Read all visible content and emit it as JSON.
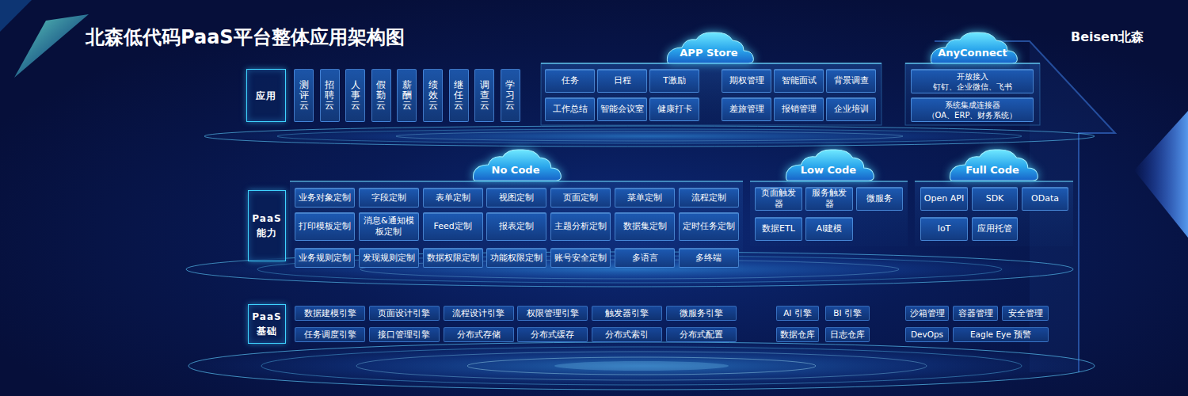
{
  "diagram": {
    "title": "北森低代码PaaS平台整体应用架构图",
    "nodes": [
      {
        "text": [
          "应用"
        ]
      },
      {
        "text": [
          "测评云"
        ]
      },
      {
        "text": [
          "招聘云"
        ]
      },
      {
        "text": [
          "人事云"
        ]
      },
      {
        "text": [
          "假勤云"
        ]
      },
      {
        "text": [
          "薪酬云"
        ]
      },
      {
        "text": [
          "绩效云"
        ]
      },
      {
        "text": [
          "继任云"
        ]
      },
      {
        "text": [
          "调查云"
        ]
      },
      {
        "text": [
          "学习云"
        ]
      },
      {
        "text": [
          "APP Store"
        ]
      },
      {
        "text": [
          "任务"
        ]
      },
      {
        "text": [
          "日程"
        ]
      },
      {
        "text": [
          "T激励"
        ]
      },
      {
        "text": [
          "期权管理"
        ]
      },
      {
        "text": [
          "智能面试"
        ]
      },
      {
        "text": [
          "背景调查"
        ]
      },
      {
        "text": [
          "工作总结"
        ]
      },
      {
        "text": [
          "智能会议室"
        ]
      },
      {
        "text": [
          "健康打卡"
        ]
      },
      {
        "text": [
          "差旅管理"
        ]
      },
      {
        "text": [
          "报销管理"
        ]
      },
      {
        "text": [
          "企业培训"
        ]
      },
      {
        "text": [
          "AnyConnect"
        ]
      },
      {
        "text": [
          "开放接入",
          "钉钉、企业微信、飞书"
        ]
      },
      {
        "text": [
          "系统集成连接器",
          "（OA、ERP、财务系统）"
        ]
      },
      {
        "text": [
          "PaaS 能力"
        ]
      },
      {
        "text": [
          "No Code"
        ]
      },
      {
        "text": [
          "业务对象定制"
        ]
      },
      {
        "text": [
          "字段定制"
        ]
      },
      {
        "text": [
          "表单定制"
        ]
      },
      {
        "text": [
          "视图定制"
        ]
      },
      {
        "text": [
          "页面定制"
        ]
      },
      {
        "text": [
          "菜单定制"
        ]
      },
      {
        "text": [
          "流程定制"
        ]
      },
      {
        "text": [
          "打印模板定制"
        ]
      },
      {
        "text": [
          "消息&通知模板定制"
        ]
      },
      {
        "text": [
          "Feed定制"
        ]
      },
      {
        "text": [
          "报表定制"
        ]
      },
      {
        "text": [
          "主题分析定制"
        ]
      },
      {
        "text": [
          "数据集定制"
        ]
      },
      {
        "text": [
          "定时任务定制"
        ]
      },
      {
        "text": [
          "业务规则定制"
        ]
      },
      {
        "text": [
          "发现规则定制"
        ]
      },
      {
        "text": [
          "数据权限定制"
        ]
      },
      {
        "text": [
          "功能权限定制"
        ]
      },
      {
        "text": [
          "账号安全定制"
        ]
      },
      {
        "text": [
          "多语言"
        ]
      },
      {
        "text": [
          "多终端"
        ]
      },
      {
        "text": [
          "Low Code"
        ]
      },
      {
        "text": [
          "页面触发器"
        ]
      },
      {
        "text": [
          "服务触发器"
        ]
      },
      {
        "text": [
          "微服务"
        ]
      },
      {
        "text": [
          "数据ETL"
        ]
      },
      {
        "text": [
          "AI建模"
        ]
      },
      {
        "text": [
          "Full Code"
        ]
      },
      {
        "text": [
          "Open API"
        ]
      },
      {
        "text": [
          "SDK"
        ]
      },
      {
        "text": [
          "OData"
        ]
      },
      {
        "text": [
          "IoT"
        ]
      },
      {
        "text": [
          "应用托管"
        ]
      },
      {
        "text": [
          "PaaS 基础"
        ]
      },
      {
        "text": [
          "数据建模引擎"
        ]
      },
      {
        "text": [
          "页面设计引擎"
        ]
      },
      {
        "text": [
          "流程设计引擎"
        ]
      },
      {
        "text": [
          "权限管理引擎"
        ]
      },
      {
        "text": [
          "触发器引擎"
        ]
      },
      {
        "text": [
          "微服务引擎"
        ]
      },
      {
        "text": [
          "任务调度引擎"
        ]
      },
      {
        "text": [
          "接口管理引擎"
        ]
      },
      {
        "text": [
          "分布式存储"
        ]
      },
      {
        "text": [
          "分布式缓存"
        ]
      },
      {
        "text": [
          "分布式索引"
        ]
      },
      {
        "text": [
          "分布式配置"
        ]
      },
      {
        "text": [
          "AI 引擎"
        ]
      },
      {
        "text": [
          "BI 引擎"
        ]
      },
      {
        "text": [
          "数据仓库"
        ]
      },
      {
        "text": [
          "日志仓库"
        ]
      },
      {
        "text": [
          "沙箱管理"
        ]
      },
      {
        "text": [
          "容器管理"
        ]
      },
      {
        "text": [
          "安全管理"
        ]
      },
      {
        "text": [
          "DevOps"
        ]
      },
      {
        "text": [
          "Eagle Eye 预警"
        ]
      }
    ],
    "labels": [
      "Beisen北森"
    ]
  }
}
